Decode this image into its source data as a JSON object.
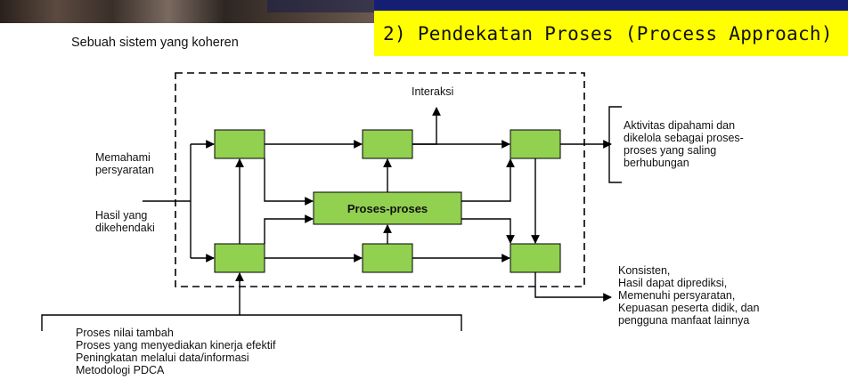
{
  "slide": {
    "title": "2) Pendekatan Proses (Process Approach)",
    "subtitle": "Sebuah sistem yang koheren"
  },
  "diagram": {
    "center_label": "Proses-proses",
    "interaction_label": "Interaksi",
    "left_top_lines": [
      "Memahami",
      "persyaratan"
    ],
    "left_bottom_lines": [
      "Hasil yang",
      "dikehendaki"
    ],
    "right_top_lines": [
      "Aktivitas dipahami dan",
      "dikelola sebagai proses-",
      "proses yang saling",
      "berhubungan"
    ],
    "right_bottom_lines": [
      "Konsisten,",
      "Hasil dapat diprediksi,",
      "Memenuhi persyaratan,",
      "Kepuasan peserta didik, dan",
      "pengguna manfaat lainnya"
    ],
    "bottom_lines": [
      "Proses nilai tambah",
      "Proses yang menyediakan kinerja efektif",
      "Peningkatan melalui data/informasi",
      "Metodologi PDCA"
    ]
  },
  "colors": {
    "box_fill": "#92d050",
    "title_bg": "#ffff00",
    "banner": "#141f73"
  }
}
